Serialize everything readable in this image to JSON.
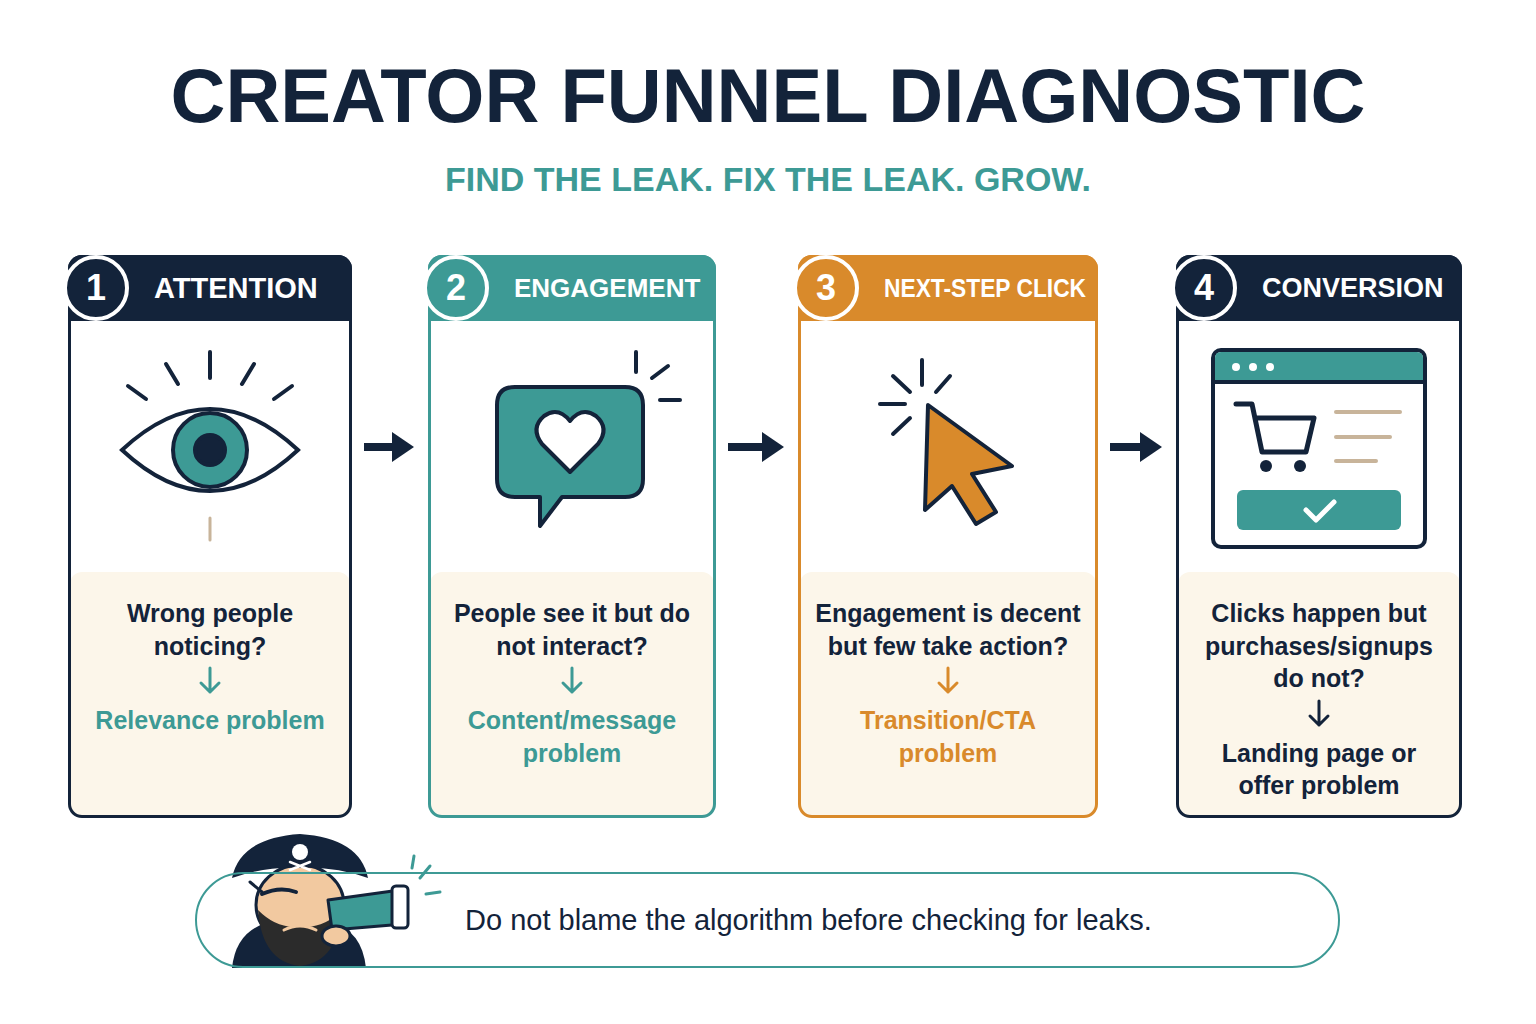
{
  "diagram": {
    "title": "CREATOR FUNNEL DIAGNOSTIC",
    "nodes": [
      {
        "text": [
          "ATTENTION",
          "Wrong people noticing?",
          "Relevance problem"
        ]
      },
      {
        "text": [
          "1"
        ],
        "in": 0
      },
      {
        "text": [
          "ENGAGEMENT",
          "People see it but do not interact?",
          "Content/message problem"
        ]
      },
      {
        "text": [
          "2"
        ],
        "in": 2
      },
      {
        "text": [
          "NEXT-STEP CLICK",
          "Engagement is decent but few take action?",
          "Transition/CTA problem"
        ]
      },
      {
        "text": [
          "3"
        ],
        "in": 4
      },
      {
        "text": [
          "CONVERSION",
          "Clicks happen but purchases/signups do not?",
          "Landing page or offer problem"
        ]
      },
      {
        "text": [
          "4"
        ],
        "in": 6
      },
      {
        "text": [
          "Do not blame the algorithm before checking for leaks."
        ]
      }
    ],
    "edges": [
      {
        "from": 0,
        "to": 2,
        "arrow": "to"
      },
      {
        "from": 2,
        "to": 4,
        "arrow": "to"
      },
      {
        "from": 4,
        "to": 6,
        "arrow": "to"
      }
    ],
    "labels": [
      "FIND THE LEAK. FIX THE LEAK. GROW."
    ]
  }
}
